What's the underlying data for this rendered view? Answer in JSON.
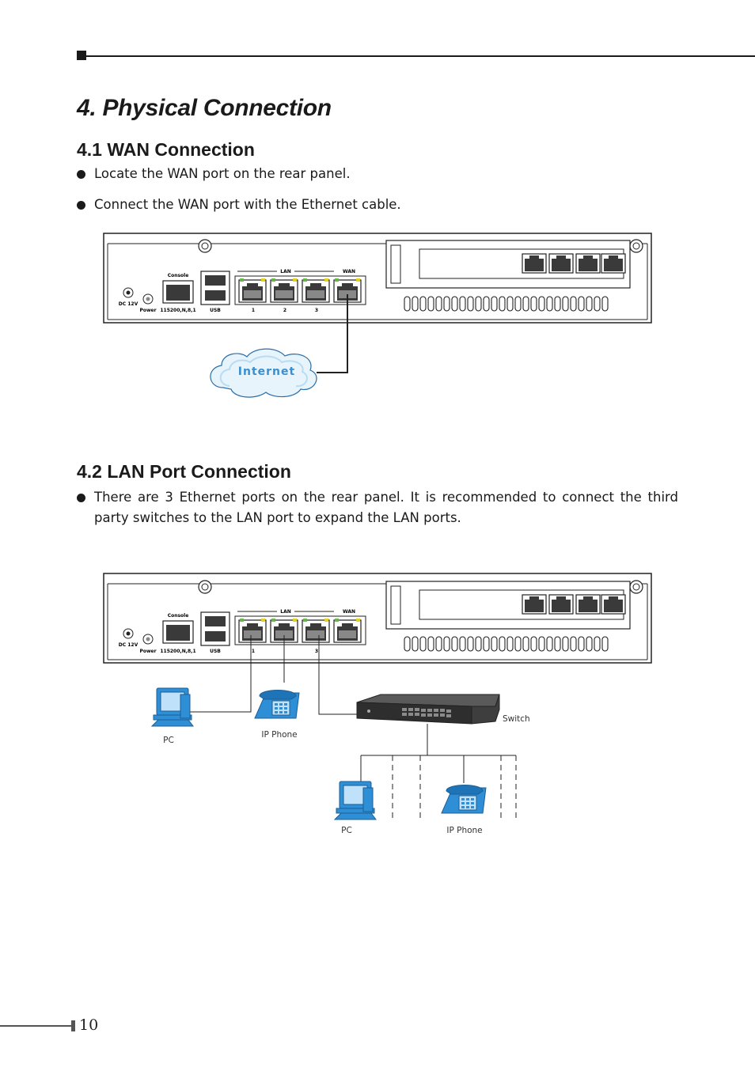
{
  "page": {
    "heading": "4. Physical Connection",
    "page_number": "10"
  },
  "wan_section": {
    "title": "4.1 WAN Connection",
    "bullets": [
      "Locate the WAN port on the rear panel.",
      "Connect the WAN port with the Ethernet cable."
    ],
    "cloud_label": "Internet"
  },
  "lan_section": {
    "title": "4.2 LAN Port Connection",
    "bullets": [
      "There are 3 Ethernet ports on the rear panel. It is recommended to connect the third party switches to the LAN port to expand the LAN ports."
    ],
    "labels": {
      "pc_top": "PC",
      "phone_top": "IP Phone",
      "switch": "Switch",
      "pc_bottom": "PC",
      "phone_bottom": "IP Phone"
    }
  },
  "rear_panel": {
    "dc_label": "DC 12V",
    "power_label": "Power",
    "console_label": "Console",
    "baud_label": "115200,N,8,1",
    "usb_label": "USB",
    "lan_label": "LAN",
    "wan_label": "WAN",
    "port_numbers": [
      "1",
      "2",
      "3"
    ]
  },
  "colors": {
    "text": "#1a1a1a",
    "device_blue": "#2f8fd6",
    "cloud_fill": "#e8f4fc",
    "cloud_text": "#3a8fd0",
    "led_green": "#5fbf3a",
    "led_yellow": "#e3d12a"
  }
}
